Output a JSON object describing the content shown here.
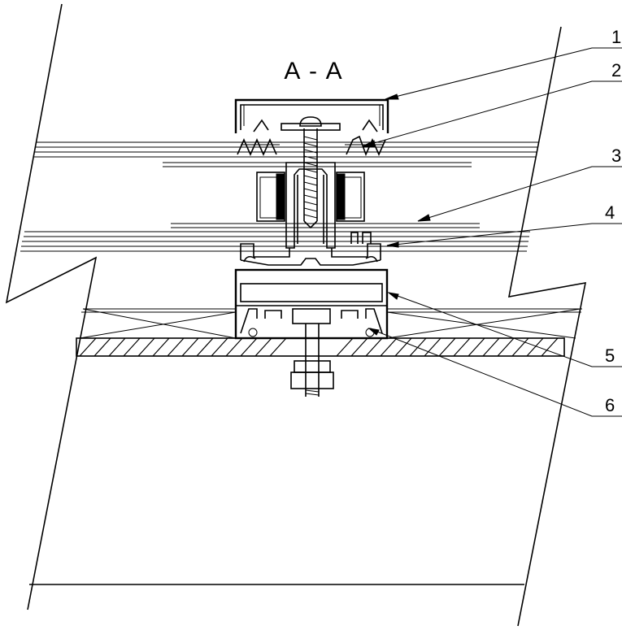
{
  "section_title": "A - A",
  "callouts": [
    {
      "number": "1"
    },
    {
      "number": "2"
    },
    {
      "number": "3"
    },
    {
      "number": "4"
    },
    {
      "number": "5"
    },
    {
      "number": "6"
    }
  ]
}
